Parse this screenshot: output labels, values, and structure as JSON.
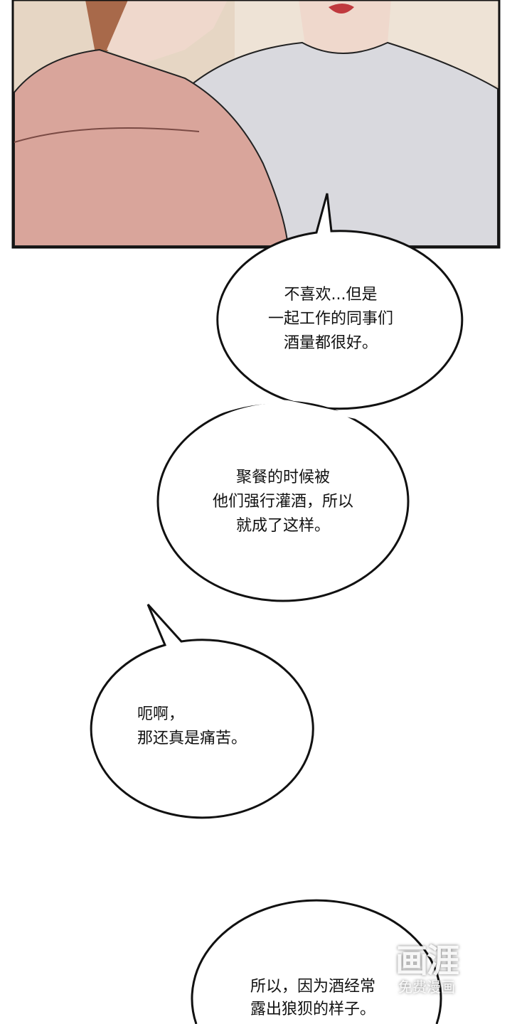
{
  "panel": {
    "description_colors": {
      "hoodie": "#d9a59b",
      "shirt": "#d9d9de",
      "background": "#e6d6c4",
      "skin": "#efd8cc"
    }
  },
  "bubbles": [
    {
      "lines": [
        "不喜欢...但是",
        "一起工作的同事们",
        "酒量都很好。"
      ]
    },
    {
      "lines": [
        "聚餐的时候被",
        "他们强行灌酒，所以",
        "就成了这样。"
      ]
    },
    {
      "lines": [
        "呃啊，",
        "那还真是痛苦。"
      ]
    },
    {
      "lines": [
        "所以，因为酒经常",
        "露出狼狈的样子。"
      ]
    }
  ],
  "watermark": {
    "logo": "画涯",
    "tagline": "免费漫画"
  }
}
